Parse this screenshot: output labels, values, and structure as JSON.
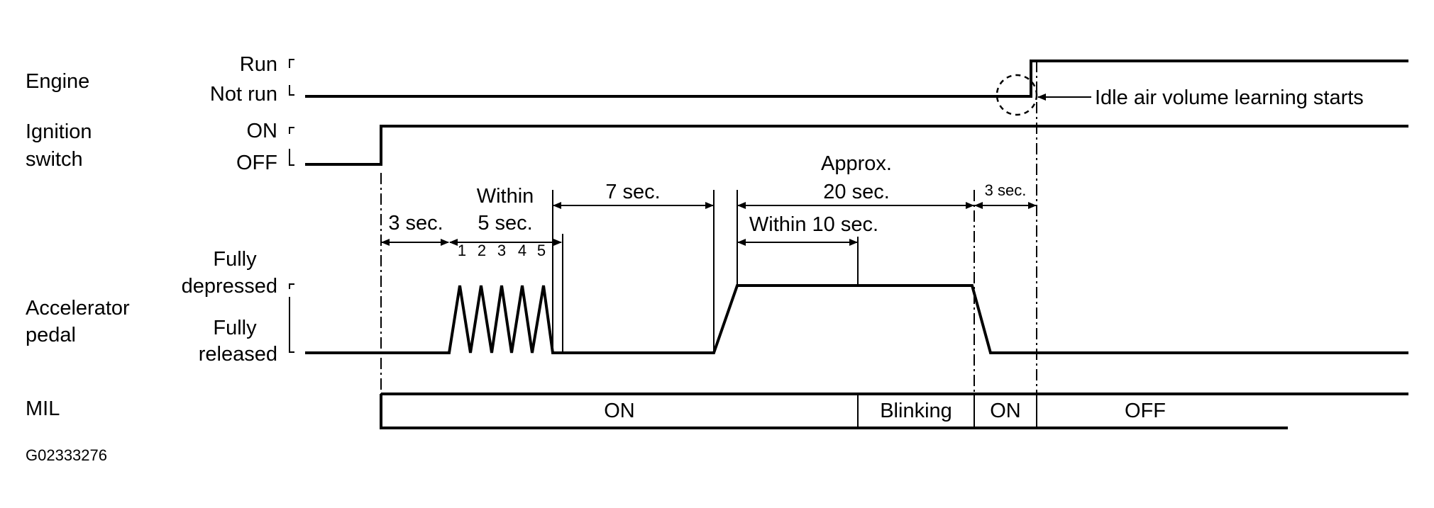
{
  "rows": {
    "engine": {
      "label": "Engine",
      "high": "Run",
      "low": "Not run"
    },
    "ignition": {
      "label_line1": "Ignition",
      "label_line2": "switch",
      "high": "ON",
      "low": "OFF"
    },
    "pedal": {
      "label_line1": "Accelerator",
      "label_line2": "pedal",
      "high_line1": "Fully",
      "high_line2": "depressed",
      "low_line1": "Fully",
      "low_line2": "released"
    },
    "mil": {
      "label": "MIL"
    }
  },
  "intervals": {
    "first_wait": "3 sec.",
    "within_line1": "Within",
    "within_line2": "5 sec.",
    "pumps": [
      "1",
      "2",
      "3",
      "4",
      "5"
    ],
    "wait_7": "7 sec.",
    "approx_line1": "Approx.",
    "approx_line2": "20 sec.",
    "within_10": "Within 10 sec.",
    "last_wait": "3 sec."
  },
  "mil_states": [
    "ON",
    "Blinking",
    "ON",
    "OFF"
  ],
  "annotation": "Idle air volume learning starts",
  "figure_code": "G02333276"
}
